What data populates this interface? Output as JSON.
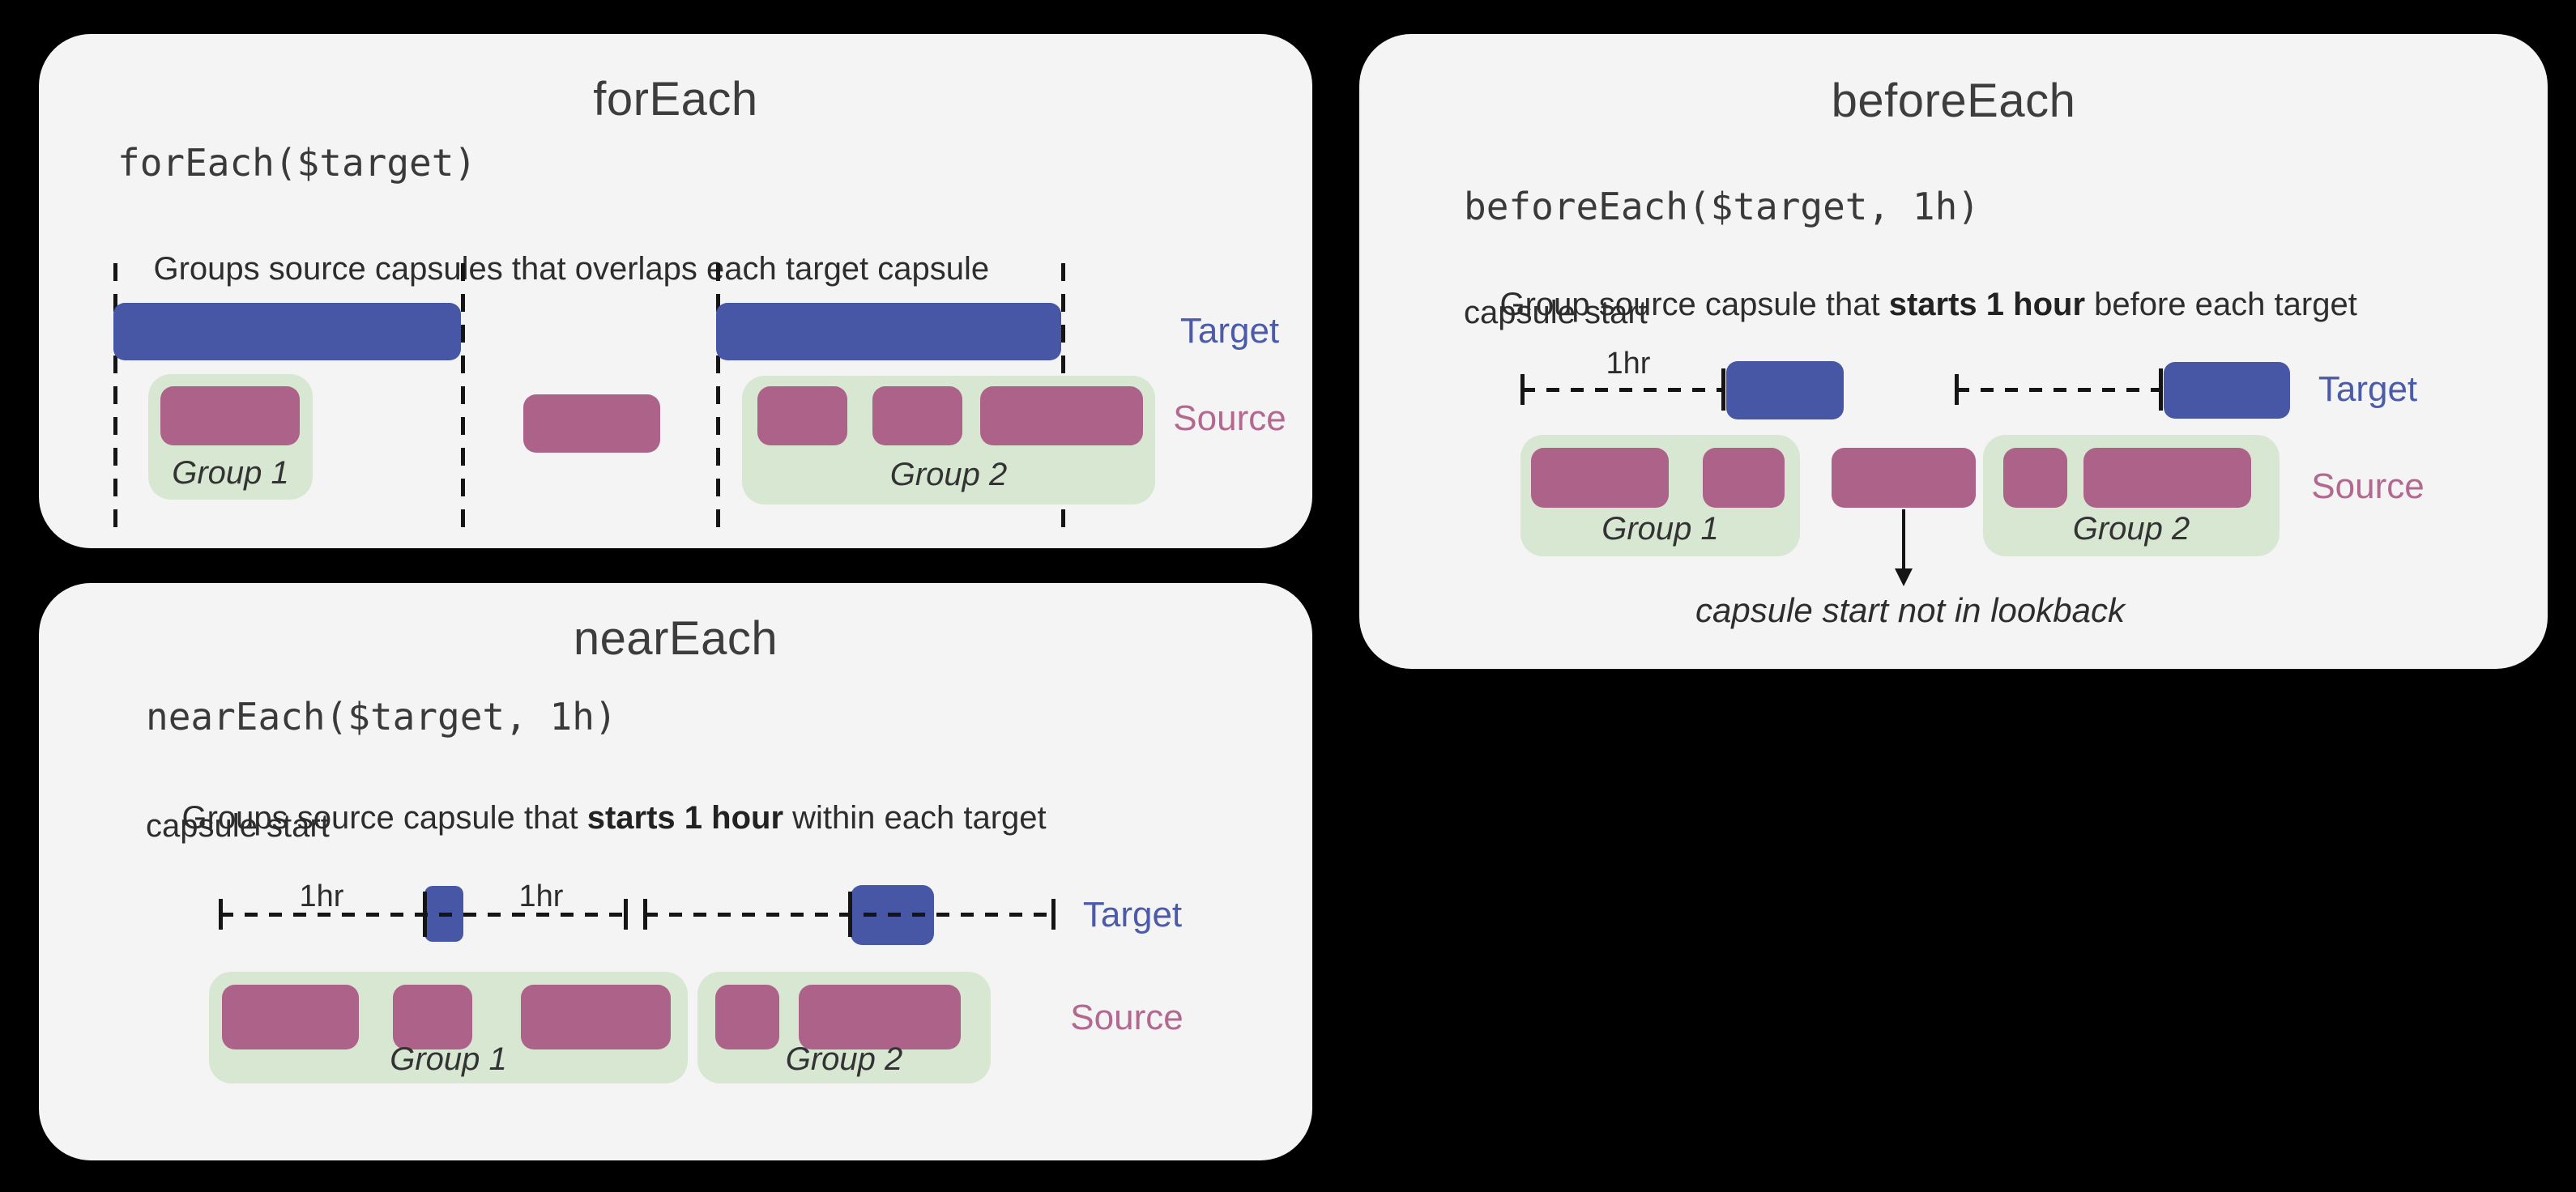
{
  "colors": {
    "page_bg": "#000000",
    "panel_bg": "#f4f4f4",
    "target_blue": "#4757a6",
    "target_label_blue": "#4c5aaa",
    "source_mauve": "#ad6289",
    "source_label_mauve": "#b2688f",
    "group_green": "#d7e7d2",
    "ink": "#151515"
  },
  "foreach": {
    "title": "forEach",
    "code": "forEach($target)",
    "description": "Groups source capsules that overlaps each target capsule",
    "target_label": "Target",
    "source_label": "Source",
    "group1": "Group 1",
    "group2": "Group 2"
  },
  "neareach": {
    "title": "nearEach",
    "code": "nearEach($target, 1h)",
    "desc_pre": "Groups source capsule that ",
    "desc_bold": "starts 1 hour",
    "desc_post": " within each target",
    "desc_line2": "capsule start",
    "hr1": "1hr",
    "hr2": "1hr",
    "target_label": "Target",
    "source_label": "Source",
    "group1": "Group 1",
    "group2": "Group 2"
  },
  "beforeeach": {
    "title": "beforeEach",
    "code": "beforeEach($target, 1h)",
    "desc_pre": "Group source capsule that ",
    "desc_bold": "starts 1 hour",
    "desc_post": " before each target",
    "desc_line2": "capsule start",
    "hr1": "1hr",
    "target_label": "Target",
    "source_label": "Source",
    "group1": "Group 1",
    "group2": "Group 2",
    "annotation": "capsule start not in lookback"
  }
}
